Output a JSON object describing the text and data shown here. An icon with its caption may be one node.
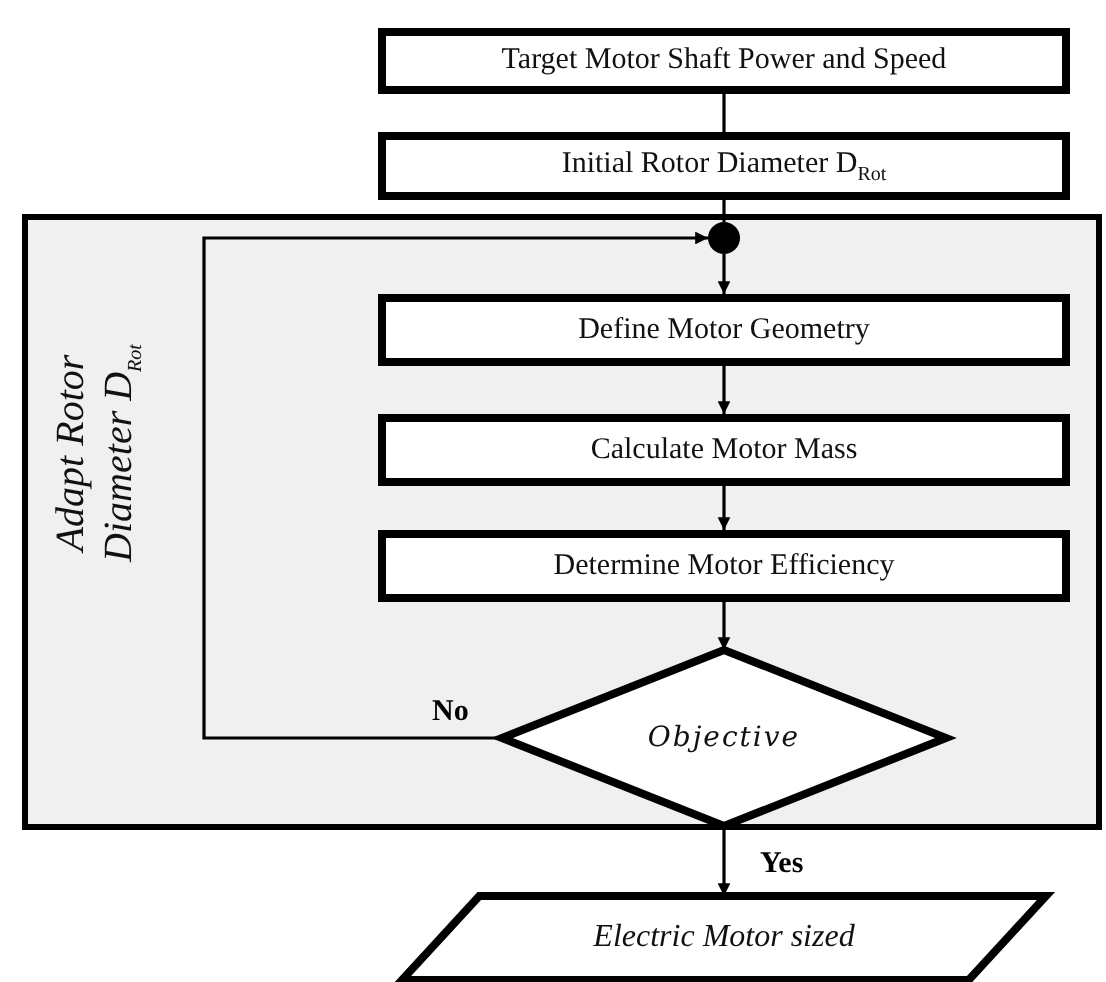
{
  "diagram": {
    "nodes": [
      {
        "text": [
          "Target Motor Shaft Power and Speed"
        ]
      },
      {
        "text": [
          "Initial Rotor Diameter D$_{Rot}$"
        ]
      },
      {
        "text": [
          "Adapt Rotor Diameter D$_{Rot}$"
        ]
      },
      {
        "text": [],
        "shape": "circle",
        "in": 2
      },
      {
        "text": [
          "Define Motor Geometry"
        ],
        "in": 2
      },
      {
        "text": [
          "Calculate Motor Mass"
        ],
        "in": 2
      },
      {
        "text": [
          "Determine Motor Efficiency"
        ],
        "in": 2
      },
      {
        "text": [
          "Objective"
        ],
        "in": 2
      },
      {
        "text": [
          "Electric Motor sized"
        ]
      }
    ],
    "edges": [
      {
        "from": 0,
        "to": 1,
        "arrow": "none"
      },
      {
        "from": 1,
        "to": 3,
        "arrow": "none"
      },
      {
        "from": 3,
        "to": 4,
        "arrow": "to"
      },
      {
        "from": 4,
        "to": 5,
        "arrow": "to"
      },
      {
        "from": 5,
        "to": 6,
        "arrow": "to"
      },
      {
        "from": 6,
        "to": 7,
        "arrow": "to"
      },
      {
        "from": 7,
        "to": 3,
        "arrow": "to",
        "label": "No"
      },
      {
        "from": 7,
        "to": 8,
        "arrow": "to",
        "label": "Yes"
      }
    ]
  }
}
